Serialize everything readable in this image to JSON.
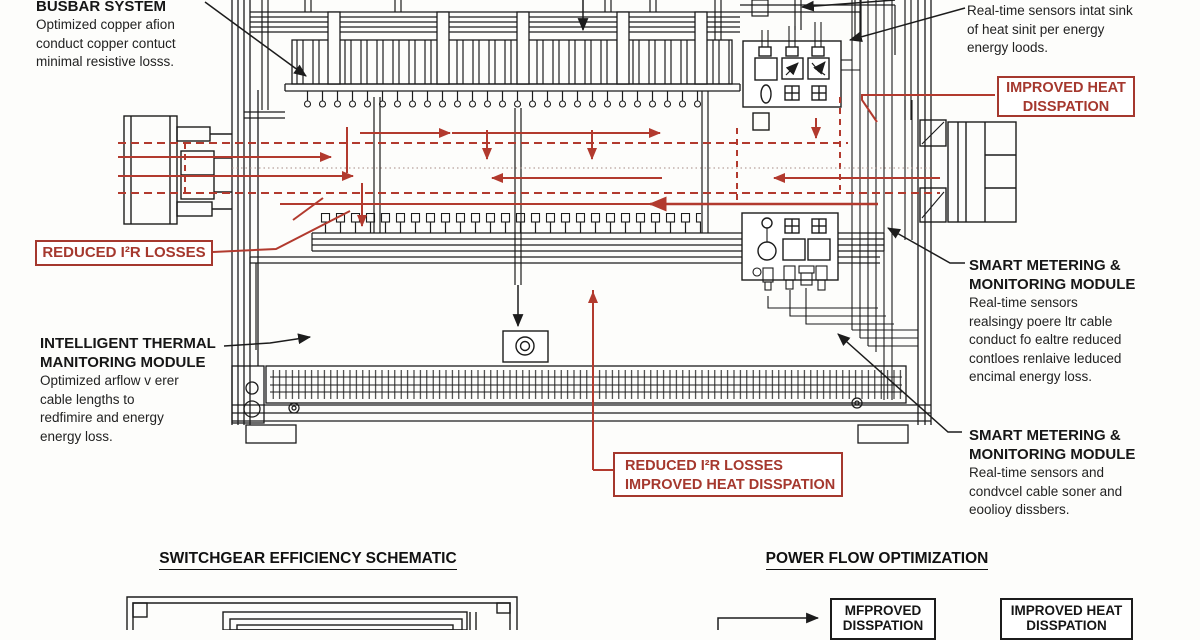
{
  "colors": {
    "annotation_red": "#a5382e",
    "line_black": "#1c1c1c",
    "paper": "#fdfdfb"
  },
  "labels": {
    "busbar_system": {
      "title": "BUSBAR SYSTEM",
      "line1": "Optimized copper afion",
      "line2": "conduct copper contuct",
      "line3": "minimal resistive losss."
    },
    "sensor_note": {
      "line1": "Real-time sensors intat sink",
      "line2": "of heat sinit per energy",
      "line3": "energy loods."
    },
    "improved_heat_badge": {
      "line1": "IMPROVED HEAT",
      "line2": "DISSPATION"
    },
    "reduced_losses_badge": {
      "text": "REDUCED I²R LOSSES"
    },
    "intelligent_thermal": {
      "title1": "INTELLIGENT THERMAL",
      "title2": "MANITORING MODULE",
      "line1": "Optimized arflow v erer",
      "line2": "cable lengths to",
      "line3": "redfimire and energy",
      "line4": "energy loss."
    },
    "smart_metering_upper": {
      "title1": "SMART METERING &",
      "title2": "MONITORING MODULE",
      "line1": "Real-time sensors",
      "line2": "realsingy poere ltr cable",
      "line3": "conduct fo ealtre reduced",
      "line4": "contloes renlaive leduced",
      "line5": "encimal energy loss."
    },
    "smart_metering_lower": {
      "title1": "SMART METERING &",
      "title2": "MONITORING MODULE",
      "line1": "Real-time sensors and",
      "line2": "condvcel cable soner and",
      "line3": "eoolioy dissbers."
    },
    "reduced_improved_badge": {
      "line1": "REDUCED I²R LOSSES",
      "line2": "IMPROVED HEAT DISSPATION"
    },
    "heading_left": "SWITCHGEAR EFFICIENCY SCHEMATIC",
    "heading_right": "POWER FLOW OPTIMIZATION",
    "flow_box_1": {
      "line1": "MFPROVED",
      "line2": "DISSPATION"
    },
    "flow_box_2": {
      "line1": "IMPROVED HEAT",
      "line2": "DISSPATION"
    }
  },
  "icons": {
    "meter": "analog-meter-icon",
    "connector": "cross-connector-icon",
    "lamp": "indicator-lamp-icon",
    "sensor": "fan-sensor-icon"
  }
}
